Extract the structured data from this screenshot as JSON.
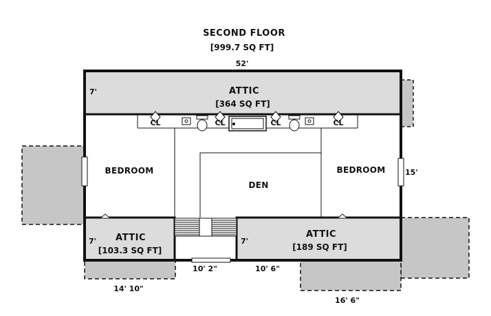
{
  "header": {
    "title": "SECOND FLOOR",
    "area": "[999.7 SQ FT]",
    "width_dim": "52'"
  },
  "rooms": {
    "attic_top": {
      "name": "ATTIC",
      "area": "[364 SQ FT]",
      "height": "7'"
    },
    "attic_left": {
      "name": "ATTIC",
      "area": "[103.3 SQ FT]",
      "height": "7'"
    },
    "attic_right": {
      "name": "ATTIC",
      "area": "[189 SQ FT]",
      "height": "7'"
    },
    "bedroom_left": {
      "name": "BEDROOM"
    },
    "bedroom_right": {
      "name": "BEDROOM"
    },
    "den": {
      "name": "DEN"
    }
  },
  "dimensions": {
    "right_side": "15'",
    "stair_width": "10' 2\"",
    "center_bottom": "10' 6\"",
    "left_bottom": "14' 10\"",
    "right_bottom": "16' 6\""
  },
  "closets": [
    "CL",
    "CL",
    "CL",
    "CL"
  ],
  "colors": {
    "attic_fill": "#dcdcdc",
    "wall": "#111111",
    "roof_gray": "#c4c4c4",
    "background": "#ffffff"
  }
}
